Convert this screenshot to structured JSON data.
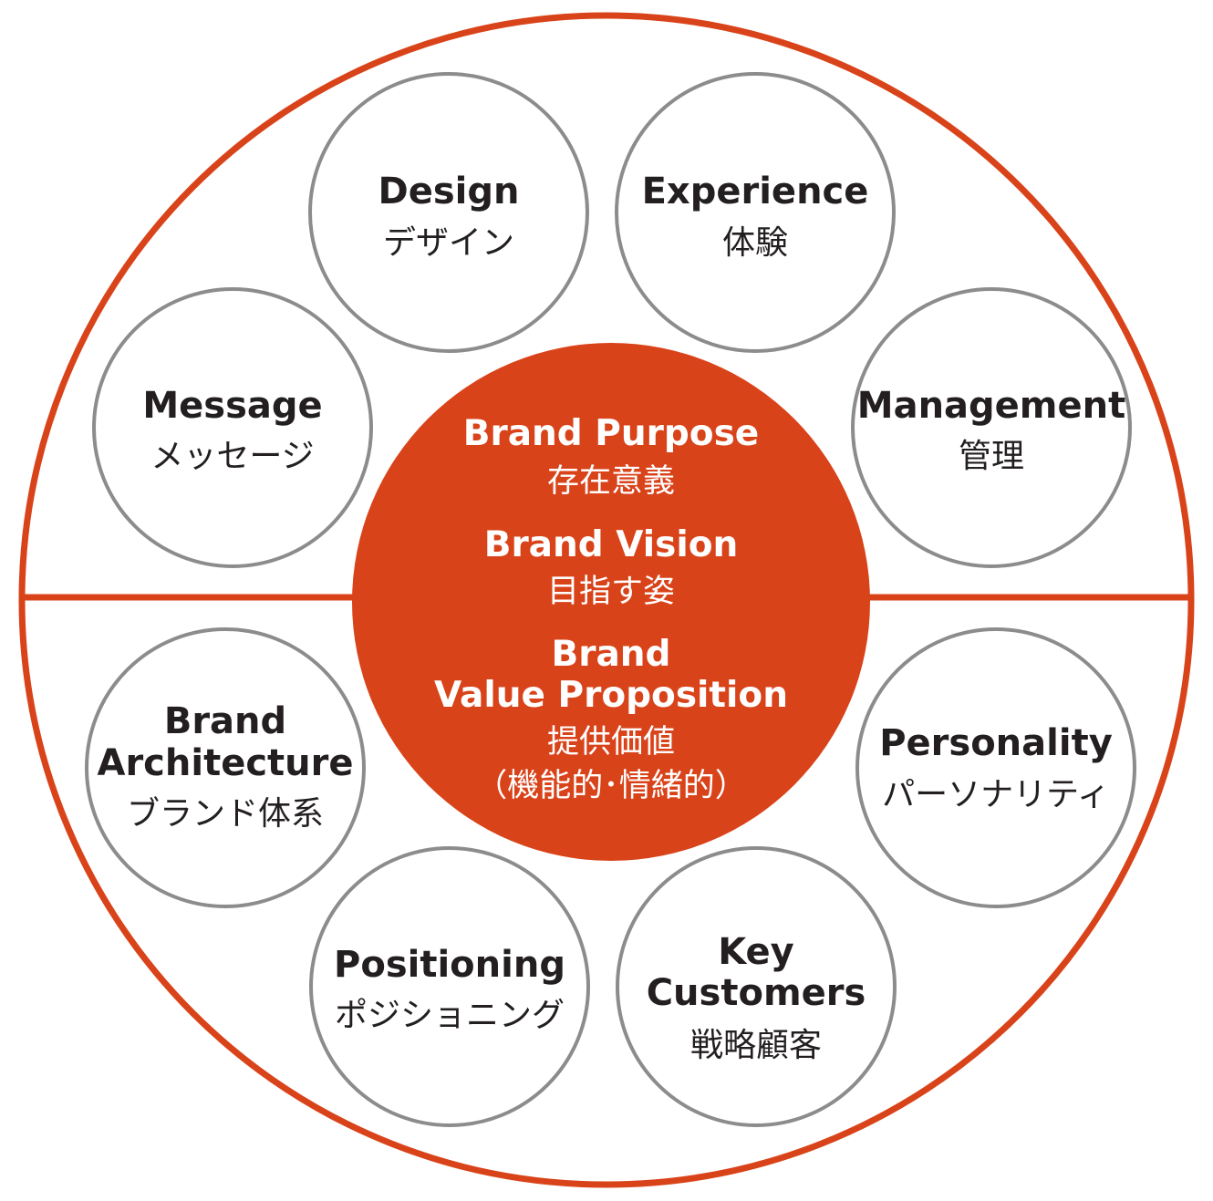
{
  "colors": {
    "accent": "#d9431a",
    "circle_stroke": "#8c8c8c",
    "text": "#231f20"
  },
  "core": {
    "purpose_en": "Brand Purpose",
    "purpose_ja": "存在意義",
    "vision_en": "Brand Vision",
    "vision_ja": "目指す姿",
    "value_en_line1": "Brand",
    "value_en_line2": "Value Proposition",
    "value_ja_line1": "提供価値",
    "value_ja_line2": "（機能的･情緒的）"
  },
  "elements": {
    "design": {
      "en": "Design",
      "ja": "デザイン"
    },
    "experience": {
      "en": "Experience",
      "ja": "体験"
    },
    "message": {
      "en": "Message",
      "ja": "メッセージ"
    },
    "management": {
      "en": "Management",
      "ja": "管理"
    },
    "architecture": {
      "en_line1": "Brand",
      "en_line2": "Architecture",
      "ja": "ブランド体系"
    },
    "personality": {
      "en": "Personality",
      "ja": "パーソナリティ"
    },
    "positioning": {
      "en": "Positioning",
      "ja": "ポジショニング"
    },
    "customers": {
      "en_line1": "Key",
      "en_line2": "Customers",
      "ja": "戦略顧客"
    }
  }
}
